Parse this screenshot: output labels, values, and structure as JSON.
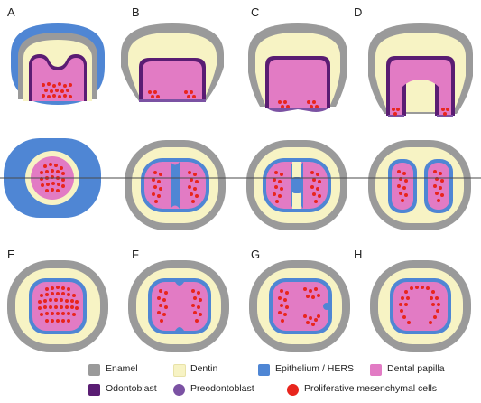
{
  "panels": {
    "a": "A",
    "b": "B",
    "c": "C",
    "d": "D",
    "e": "E",
    "f": "F",
    "g": "G",
    "h": "H"
  },
  "legend": {
    "enamel": "Enamel",
    "dentin": "Dentin",
    "epithelium": "Epithelium / HERS",
    "papilla": "Dental papilla",
    "odontoblast": "Odontoblast",
    "preodontoblast": "Preodontoblast",
    "proliferative": "Proliferative mesenchymal cells"
  },
  "colors": {
    "enamel": "#9a9a9a",
    "dentin": "#f7f3c4",
    "epithelium": "#4f86d4",
    "papilla": "#e27bc4",
    "odontoblast": "#5a1d73",
    "preodontoblast": "#7b52a3",
    "proliferative": "#e8251d"
  }
}
